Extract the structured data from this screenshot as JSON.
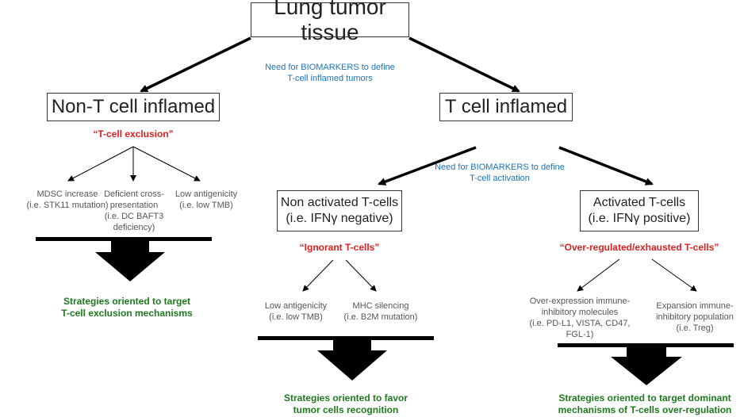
{
  "root": {
    "label": "Lung tumor tissue"
  },
  "top_note": {
    "line1": "Need for BIOMARKERS to define",
    "line2": "T-cell inflamed tumors"
  },
  "left": {
    "label": "Non-T cell inflamed",
    "subtitle": "“T-cell exclusion”",
    "items": [
      {
        "line1": "MDSC increase",
        "line2": "(i.e. STK11 mutation)",
        "line3": ""
      },
      {
        "line1": "Deficient cross-",
        "line2": "presentation",
        "line3": "(i.e. DC BAFT3",
        "line4": "deficiency)"
      },
      {
        "line1": "Low antigenicity",
        "line2": "(i.e. low TMB)"
      }
    ],
    "strategy": {
      "line1": "Strategies oriented to target",
      "line2": "T-cell exclusion mechanisms"
    }
  },
  "right": {
    "label": "T cell inflamed",
    "note": {
      "line1": "Need for BIOMARKERS to define",
      "line2": "T-cell activation"
    }
  },
  "non_activated": {
    "line1": "Non activated T-cells",
    "line2": "(i.e. IFNγ negative)",
    "subtitle": "“Ignorant T-cells”",
    "items": [
      {
        "line1": "Low antigenicity",
        "line2": "(i.e. low TMB)"
      },
      {
        "line1": "MHC silencing",
        "line2": "(i.e. B2M mutation)"
      }
    ],
    "strategy": {
      "line1": "Strategies oriented to favor",
      "line2": "tumor cells recognition"
    }
  },
  "activated": {
    "line1": "Activated T-cells",
    "line2": "(i.e. IFNγ positive)",
    "subtitle": "“Over-regulated/exhausted T-cells”",
    "items": [
      {
        "line1": "Over-expression immune-",
        "line2": "inhibitory molecules",
        "line3": "(i.e. PD-L1, VISTA, CD47,",
        "line4": "FGL-1)"
      },
      {
        "line1": "Expansion immune-",
        "line2": "inhibitory population",
        "line3": "(i.e. Treg)"
      }
    ],
    "strategy": {
      "line1": "Strategies oriented to target dominant",
      "line2": "mechanisms of T-cells over-regulation"
    }
  }
}
